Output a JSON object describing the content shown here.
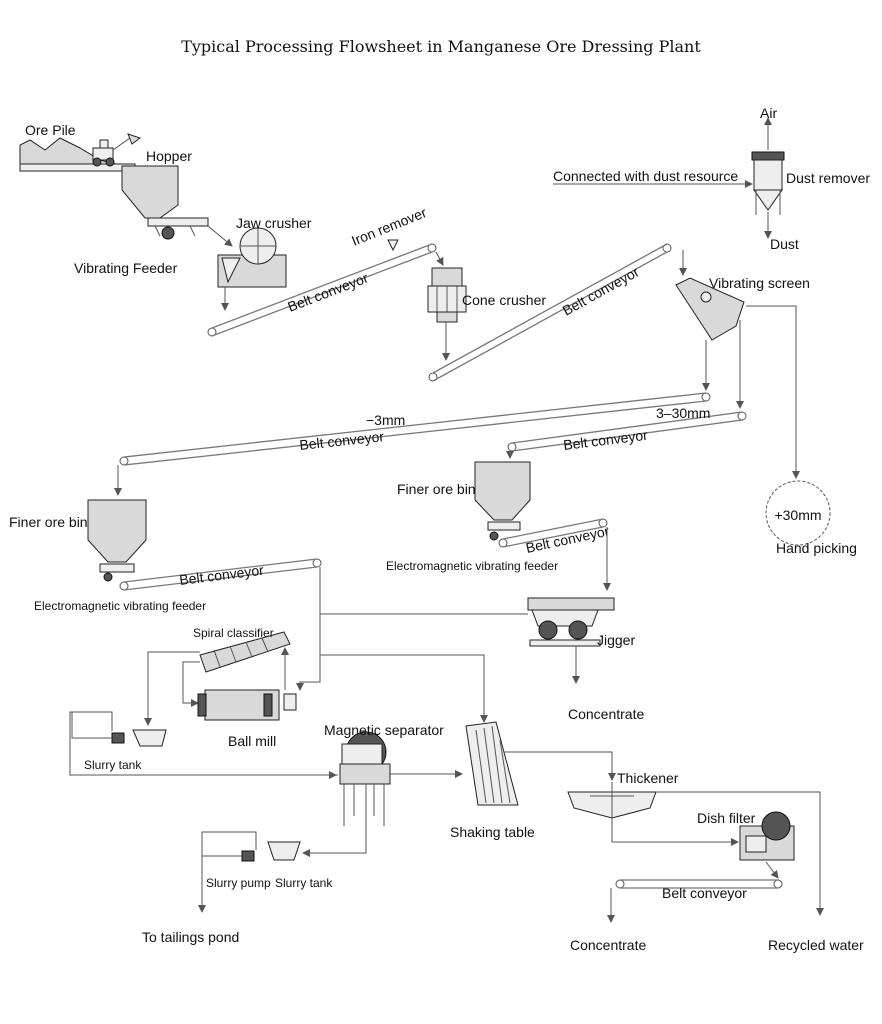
{
  "title": "Typical Processing Flowsheet in Manganese Ore Dressing Plant",
  "labels": {
    "ore_pile": "Ore Pile",
    "hopper": "Hopper",
    "jaw_crusher": "Jaw crusher",
    "vibrating_feeder": "Vibrating  Feeder",
    "iron_remover": "Iron remover",
    "belt_conveyor": "Belt conveyor",
    "cone_crusher": "Cone crusher",
    "air": "Air",
    "connected_dust": "Connected with dust resource",
    "dust_remover": "Dust remover",
    "dust": "Dust",
    "vibrating_screen": "Vibrating  screen",
    "minus_3mm": "−3mm",
    "size_3_30": "3–30mm",
    "plus_30mm": "+30mm",
    "hand_picking": "Hand picking",
    "finer_ore_bin": "Finer ore bin",
    "em_vibrating_feeder": "Electromagnetic vibrating feeder",
    "jigger": "Jigger",
    "concentrate": "Concentrate",
    "spiral_classifier": "Spiral classifier",
    "ball_mill": "Ball mill",
    "slurry_tank": "Slurry tank",
    "magnetic_separator": "Magnetic separator",
    "shaking_table": "Shaking table",
    "thickener": "Thickener",
    "dish_filter": "Dish filter",
    "slurry_pump": "Slurry pump",
    "to_tailings_pond": "To tailings pond",
    "recycled_water": "Recycled water"
  }
}
